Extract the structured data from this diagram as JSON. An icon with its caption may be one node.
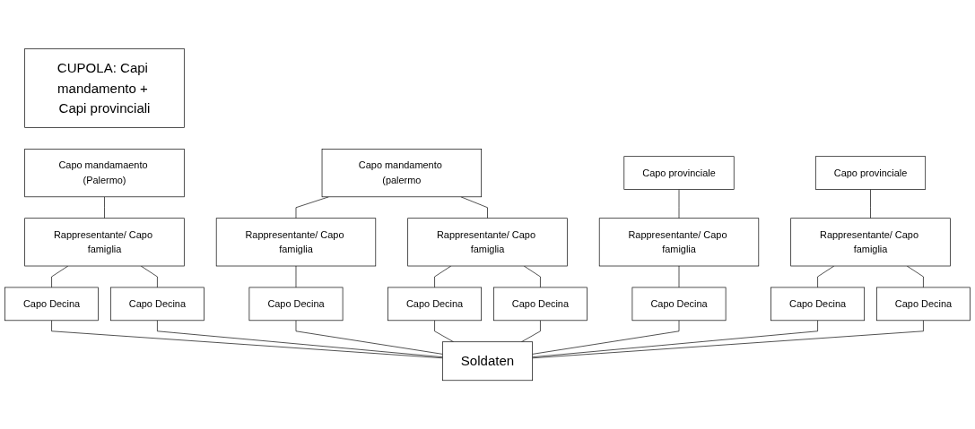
{
  "diagram": {
    "nodes": [
      {
        "text": [
          "CUPOLA: Capi mandamento + Capi provinciali"
        ]
      },
      {
        "text": [
          "Capo mandamaento (Palermo)"
        ]
      },
      {
        "text": [
          "Capo mandamento (palermo"
        ]
      },
      {
        "text": [
          "Capo provinciale"
        ]
      },
      {
        "text": [
          "Capo provinciale"
        ]
      },
      {
        "text": [
          "Rappresentante/ Capo famiglia"
        ]
      },
      {
        "text": [
          "Rappresentante/ Capo famiglia"
        ]
      },
      {
        "text": [
          "Rappresentante/ Capo famiglia"
        ]
      },
      {
        "text": [
          "Rappresentante/ Capo famiglia"
        ]
      },
      {
        "text": [
          "Rappresentante/ Capo famiglia"
        ]
      },
      {
        "text": [
          "Capo Decina"
        ]
      },
      {
        "text": [
          "Capo Decina"
        ]
      },
      {
        "text": [
          "Capo Decina"
        ]
      },
      {
        "text": [
          "Capo Decina"
        ]
      },
      {
        "text": [
          "Capo Decina"
        ]
      },
      {
        "text": [
          "Capo Decina"
        ]
      },
      {
        "text": [
          "Capo Decina"
        ]
      },
      {
        "text": [
          "Capo Decina"
        ]
      },
      {
        "text": [
          "Soldaten"
        ]
      }
    ],
    "edges": [
      {
        "from": 1,
        "to": 5,
        "arrow": "none"
      },
      {
        "from": 2,
        "to": 6,
        "arrow": "none"
      },
      {
        "from": 2,
        "to": 7,
        "arrow": "none"
      },
      {
        "from": 3,
        "to": 8,
        "arrow": "none"
      },
      {
        "from": 4,
        "to": 9,
        "arrow": "none"
      },
      {
        "from": 5,
        "to": 10,
        "arrow": "none"
      },
      {
        "from": 5,
        "to": 11,
        "arrow": "none"
      },
      {
        "from": 6,
        "to": 12,
        "arrow": "none"
      },
      {
        "from": 7,
        "to": 13,
        "arrow": "none"
      },
      {
        "from": 7,
        "to": 14,
        "arrow": "none"
      },
      {
        "from": 8,
        "to": 15,
        "arrow": "none"
      },
      {
        "from": 9,
        "to": 16,
        "arrow": "none"
      },
      {
        "from": 9,
        "to": 17,
        "arrow": "none"
      },
      {
        "from": 10,
        "to": 18,
        "arrow": "none"
      },
      {
        "from": 11,
        "to": 18,
        "arrow": "none"
      },
      {
        "from": 12,
        "to": 18,
        "arrow": "none"
      },
      {
        "from": 13,
        "to": 18,
        "arrow": "none"
      },
      {
        "from": 14,
        "to": 18,
        "arrow": "none"
      },
      {
        "from": 15,
        "to": 18,
        "arrow": "none"
      },
      {
        "from": 16,
        "to": 18,
        "arrow": "none"
      },
      {
        "from": 17,
        "to": 18,
        "arrow": "none"
      }
    ]
  }
}
